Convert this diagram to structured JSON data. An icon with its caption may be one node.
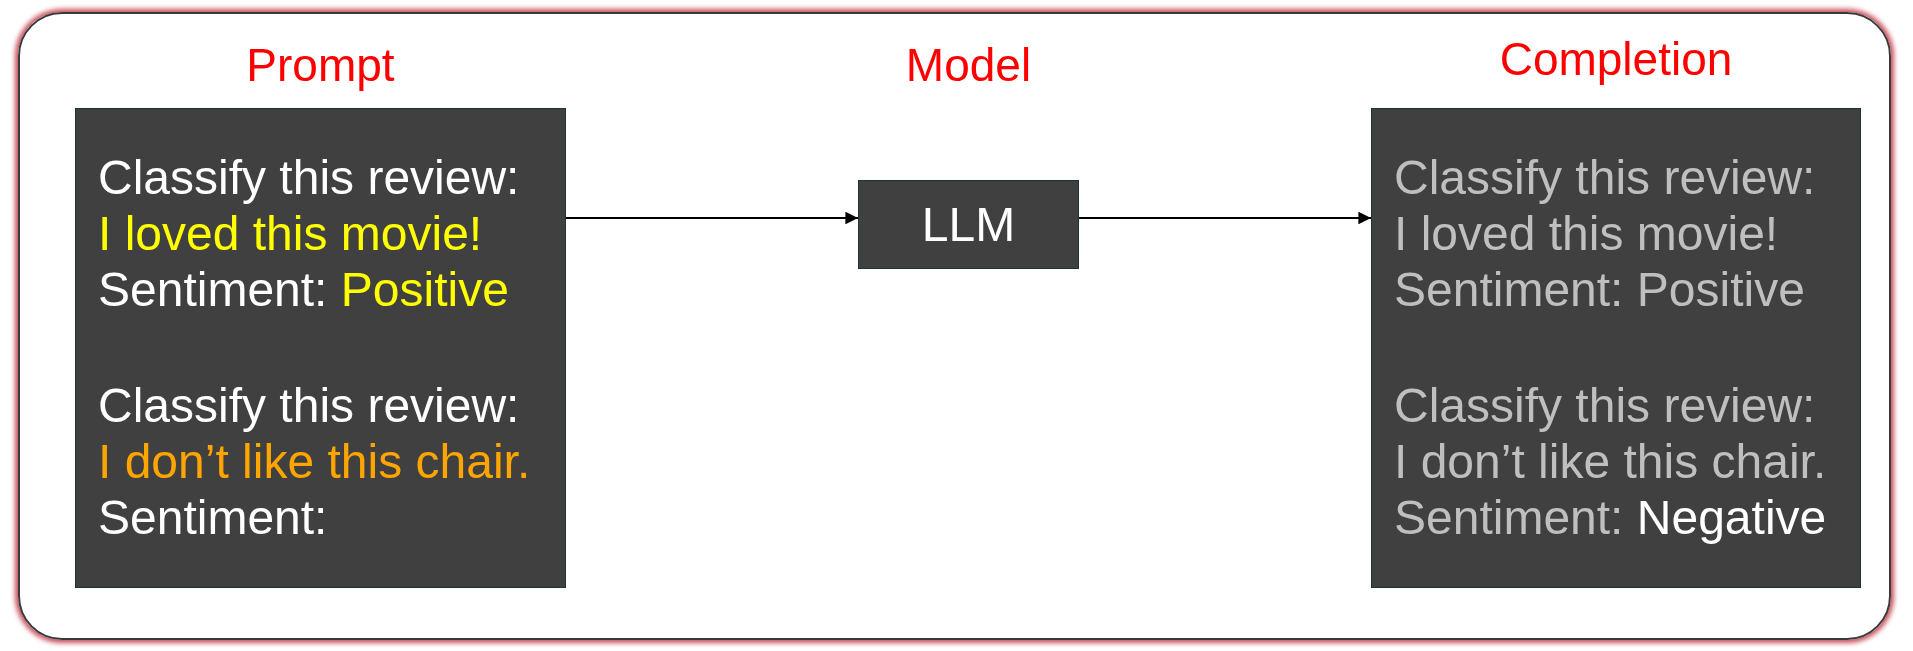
{
  "diagram": {
    "nodes": [
      {
        "text": [],
        "shape": "box"
      },
      {
        "text": [
          "Prompt",
          "Classify this review:",
          "I loved this movie!",
          "Sentiment:",
          "Positive",
          "Classify this review:",
          "I don’t like this chair.",
          "Sentiment:"
        ],
        "in": 0
      },
      {
        "text": [
          "Model",
          "LLM"
        ],
        "in": 0
      },
      {
        "text": [
          "Completion",
          "Classify this review:",
          "I loved this movie!",
          "Sentiment: Positive",
          "Classify this review:",
          "I don’t like this chair.",
          "Sentiment:",
          "Negative"
        ],
        "in": 0
      }
    ],
    "edges": [
      {
        "from": 1,
        "to": 2,
        "arrow": "to"
      },
      {
        "from": 2,
        "to": 3,
        "arrow": "to"
      }
    ]
  }
}
